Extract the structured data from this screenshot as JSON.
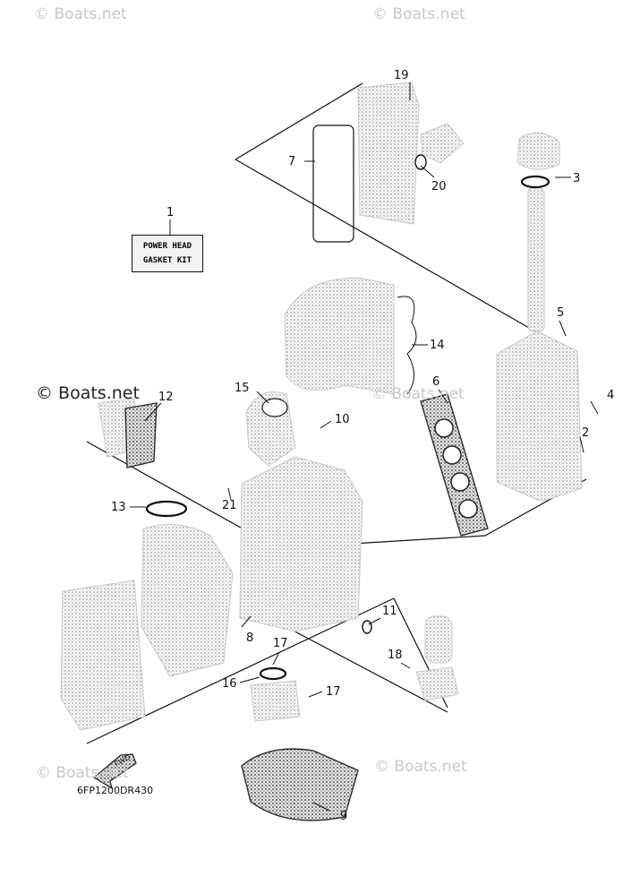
{
  "watermarks": {
    "top_left": "© Boats.net",
    "top_right": "© Boats.net",
    "middle_left": "© Boats.net",
    "middle_right": "© Boats.net",
    "bottom_left": "© Boats.net",
    "bottom_right": "© Boats.net"
  },
  "kit_box": {
    "line1": "POWER HEAD",
    "line2": "GASKET KIT"
  },
  "fwd_label": "FWD",
  "diagram_code": "6FP1200DR430",
  "callouts": {
    "c1": "1",
    "c2": "2",
    "c3": "3",
    "c4": "4",
    "c5": "5",
    "c6": "6",
    "c7": "7",
    "c8": "8",
    "c9": "9",
    "c10": "10",
    "c11": "11",
    "c12": "12",
    "c13": "13",
    "c14": "14",
    "c15": "15",
    "c16": "16",
    "c17a": "17",
    "c17b": "17",
    "c18": "18",
    "c19": "19",
    "c20": "20",
    "c21": "21"
  }
}
